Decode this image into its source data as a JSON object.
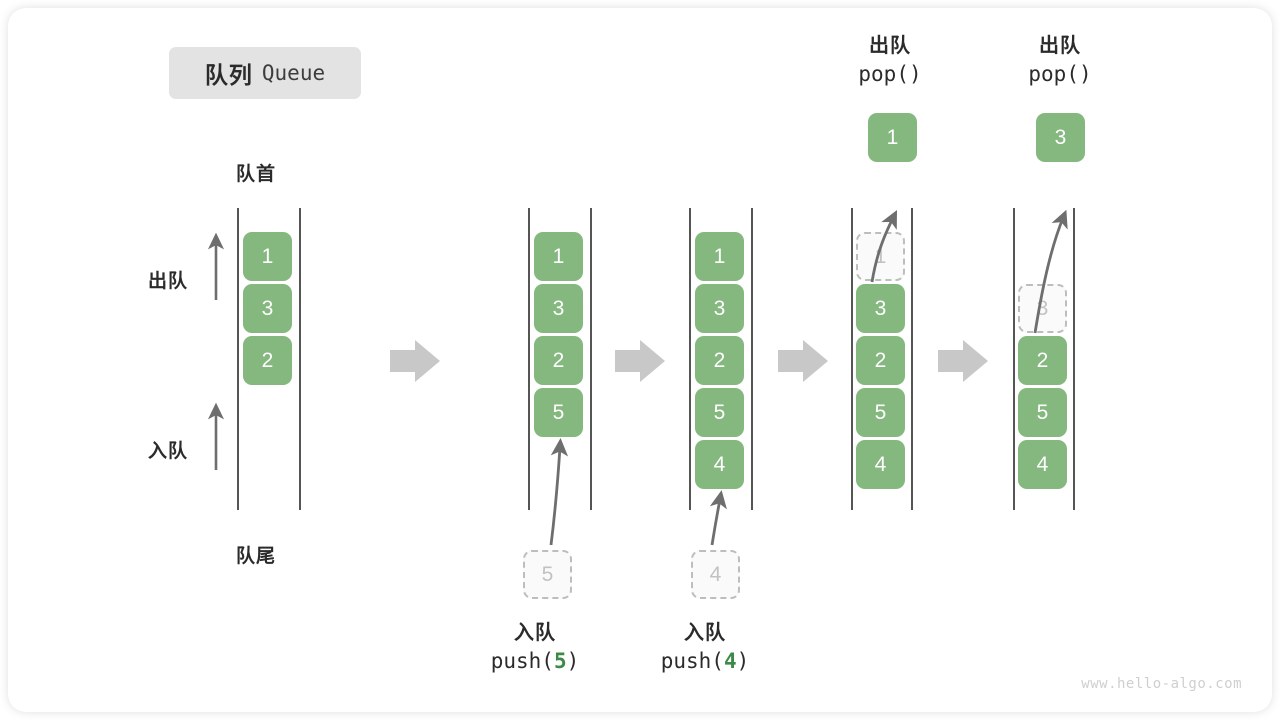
{
  "title": {
    "cn": "队列",
    "en": "Queue"
  },
  "labels": {
    "head": "队首",
    "tail": "队尾",
    "dequeue": "出队",
    "enqueue": "入队"
  },
  "colors": {
    "element_fill": "#84b87f",
    "element_text": "#ffffff",
    "ghost_fill": "#fafafa",
    "ghost_border": "#bdbdbd",
    "ghost_text": "#c2c2c2",
    "rail": "#555555",
    "arrow": "#6e6e6e",
    "step_arrow": "#c8c8c8",
    "badge_bg": "#e3e3e3",
    "accent_green_text": "#3d8a46",
    "watermark": "#cfcfcf"
  },
  "operations": [
    {
      "name": "push-5",
      "line1": "入队",
      "prefix": "push(",
      "value": "5",
      "suffix": ")"
    },
    {
      "name": "push-4",
      "line1": "入队",
      "prefix": "push(",
      "value": "4",
      "suffix": ")"
    },
    {
      "name": "pop-1",
      "line1": "出队",
      "line2": "pop()",
      "popped": "1"
    },
    {
      "name": "pop-3",
      "line1": "出队",
      "line2": "pop()",
      "popped": "3"
    }
  ],
  "columns": [
    {
      "name": "queue-initial",
      "elements": [
        "1",
        "3",
        "2"
      ],
      "ghost_index": null,
      "incoming": null
    },
    {
      "name": "queue-after-push-5",
      "elements": [
        "1",
        "3",
        "2",
        "5"
      ],
      "ghost_index": null,
      "incoming": "5"
    },
    {
      "name": "queue-after-push-4",
      "elements": [
        "1",
        "3",
        "2",
        "5",
        "4"
      ],
      "ghost_index": null,
      "incoming": "4"
    },
    {
      "name": "queue-after-pop-1",
      "elements": [
        "1",
        "3",
        "2",
        "5",
        "4"
      ],
      "ghost_index": 0,
      "outgoing": "1"
    },
    {
      "name": "queue-after-pop-3",
      "elements": [
        "3",
        "2",
        "5",
        "4"
      ],
      "ghost_index": 0,
      "outgoing": "3"
    }
  ],
  "watermark": "www.hello-algo.com"
}
